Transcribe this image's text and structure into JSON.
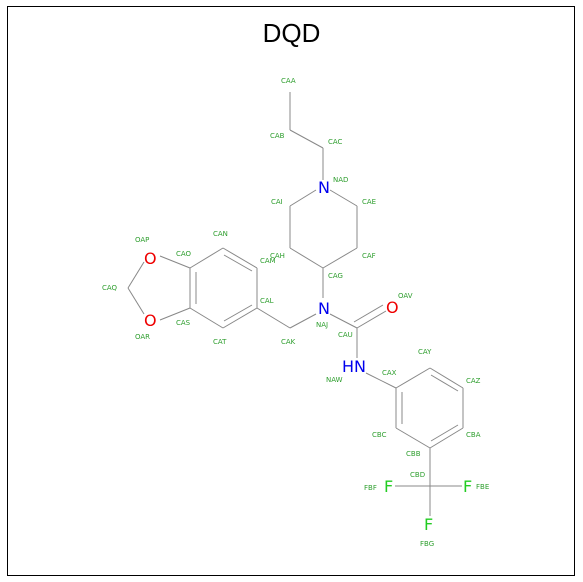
{
  "title": "DQD",
  "colors": {
    "bond": "#888888",
    "label": "#2e9e2e",
    "nitrogen": "#0000ee",
    "oxygen": "#ee0000",
    "fluorine": "#22cc22"
  },
  "heteroatoms": {
    "n1": "N",
    "n2": "N",
    "nh": "HN",
    "o_carbonyl": "O",
    "o_ring1": "O",
    "o_ring2": "O",
    "f1": "F",
    "f2": "F",
    "f3": "F"
  },
  "atom_labels": {
    "CAA": "CAA",
    "CAB": "CAB",
    "CAC": "CAC",
    "NAD": "NAD",
    "CAI": "CAI",
    "CAE": "CAE",
    "CAH": "CAH",
    "CAF": "CAF",
    "CAG": "CAG",
    "CAN": "CAN",
    "CAM": "CAM",
    "CAO": "CAO",
    "OAP": "OAP",
    "CAQ": "CAQ",
    "OAR": "OAR",
    "CAS": "CAS",
    "CAT": "CAT",
    "CAL": "CAL",
    "CAK": "CAK",
    "NAJ": "NAJ",
    "CAU": "CAU",
    "OAV": "OAV",
    "NAW": "NAW",
    "CAX": "CAX",
    "CAY": "CAY",
    "CAZ": "CAZ",
    "CBA": "CBA",
    "CBB": "CBB",
    "CBC": "CBC",
    "CBD": "CBD",
    "FBE": "FBE",
    "FBF": "FBF",
    "FBG": "FBG"
  }
}
